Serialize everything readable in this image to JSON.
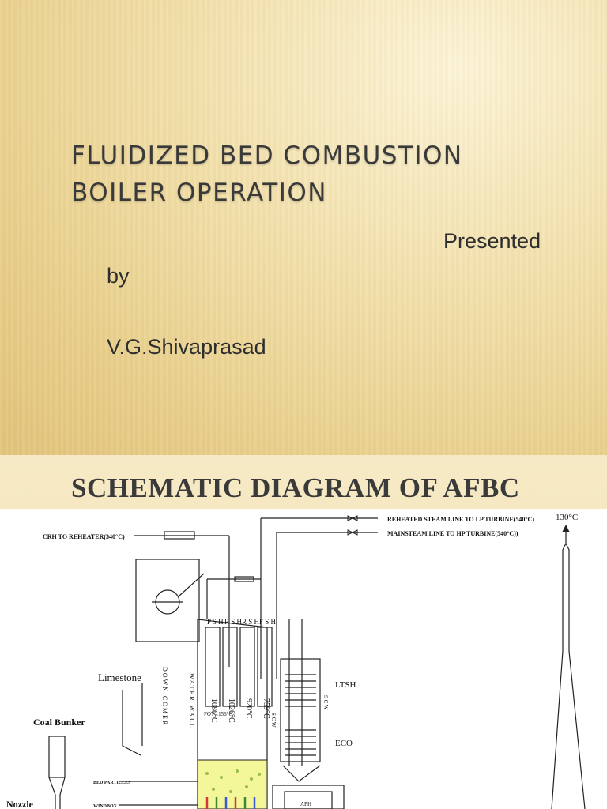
{
  "slide1": {
    "title_line1": "FLUIDIZED BED COMBUSTION",
    "title_line2": "BOILER OPERATION",
    "presented": "Presented",
    "by": "by",
    "author": "V.G.Shivaprasad"
  },
  "slide2": {
    "title": "SCHEMATIC DIAGRAM OF AFBC",
    "diagram": {
      "label_reheated_steam": "REHEATED STEAM LINE TO LP TURBINE(540°C)",
      "label_main_steam": "MAINSTEAM LINE TO HP TURBINE(540°C))",
      "label_crh": "CRH TO REHEATER(340°C)",
      "label_stack_temp": "130°C",
      "tube_label_psh": "P S H",
      "tube_label_rsh1": "R S H",
      "tube_label_rsh2": "R S H",
      "tube_label_fsh": "F S H",
      "temp_1086": "1086°C",
      "temp_1026": "1026°C",
      "temp_920": "920°C",
      "temp_759": "759°C",
      "label_downcomer": "DOWN COMER",
      "label_waterwall": "WATER WALL",
      "label_fot": "FOT-1156°C",
      "label_scw1": "S C W",
      "label_scw2": "S C W",
      "label_ltsh": "LTSH",
      "label_eco": "ECO",
      "label_limestone": "Limestone",
      "label_coal_bunker": "Coal Bunker",
      "label_bed_particles": "BED PARTICLES",
      "label_windbox": "WINDBOX",
      "label_nozzle": "Nozzle",
      "label_aph": "APH"
    }
  }
}
